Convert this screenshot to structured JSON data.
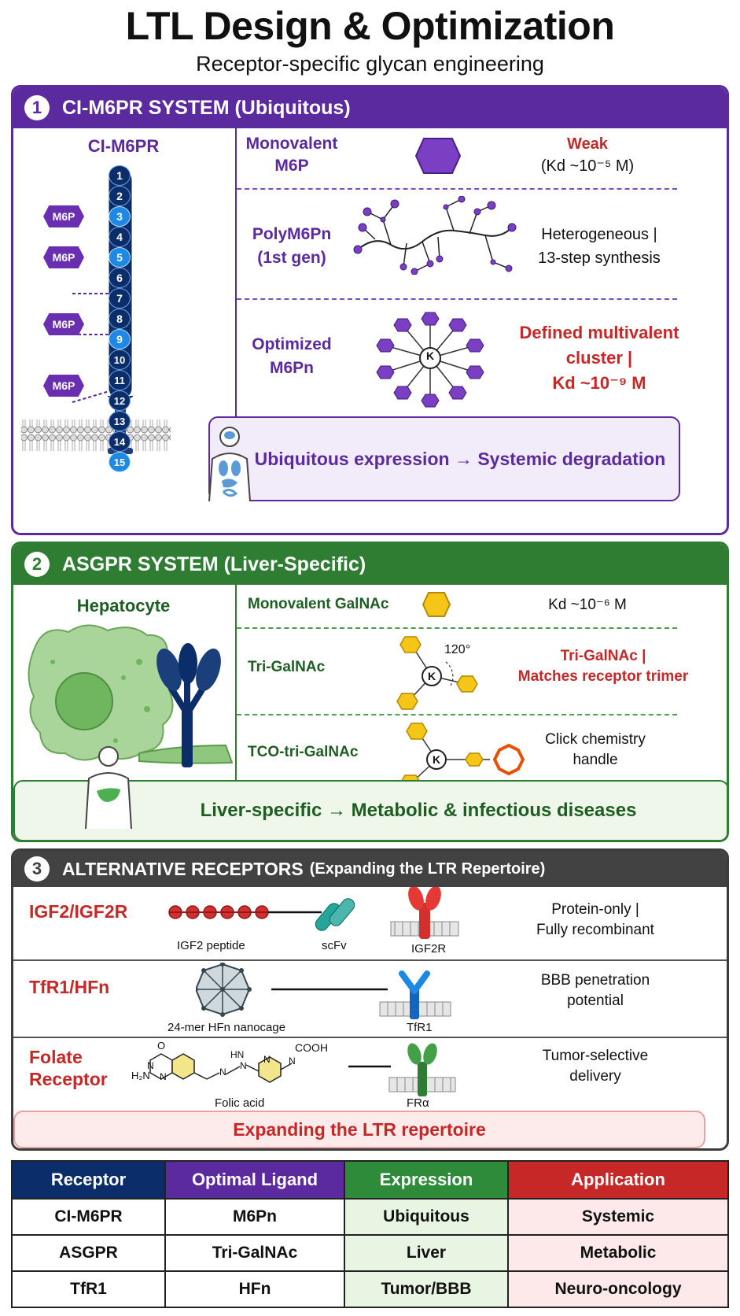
{
  "title": "LTL Design & Optimization",
  "subtitle": "Receptor-specific glycan engineering",
  "panel1": {
    "number": "1",
    "header": "CI-M6PR SYSTEM (Ubiquitous)",
    "receptor_label": "CI-M6PR",
    "domains": [
      "1",
      "2",
      "3",
      "4",
      "5",
      "6",
      "7",
      "8",
      "9",
      "10",
      "11",
      "12",
      "13",
      "14",
      "15"
    ],
    "m6p_tag": "M6P",
    "rows": [
      {
        "name_line1": "Monovalent",
        "name_line2": "M6P",
        "desc_line1": "Weak",
        "desc_line2": "(Kd ~10⁻⁵ M)"
      },
      {
        "name_line1": "PolyM6Pn",
        "name_line2": "(1st gen)",
        "desc_line1": "Heterogeneous |",
        "desc_line2": "13-step synthesis"
      },
      {
        "name_line1": "Optimized",
        "name_line2": "M6Pn",
        "desc_line1": "Defined multivalent",
        "desc_line2": "cluster |",
        "desc_line3": "Kd ~10⁻⁹ M",
        "core": "K"
      }
    ],
    "banner": "Ubiquitous expression → Systemic degradation",
    "colors": {
      "primary": "#5b2a9e",
      "accent": "#c62828"
    }
  },
  "panel2": {
    "number": "2",
    "header": "ASGPR SYSTEM (Liver-Specific)",
    "cell_label": "Hepatocyte",
    "rows": [
      {
        "name": "Monovalent GalNAc",
        "desc_line1": "Kd ~10⁻⁶ M"
      },
      {
        "name": "Tri-GalNAc",
        "angle": "120°",
        "core": "K",
        "desc_line1": "Tri-GalNAc |",
        "desc_line2": "Matches receptor trimer"
      },
      {
        "name": "TCO-tri-GalNAc",
        "core": "K",
        "desc_line1": "Click chemistry",
        "desc_line2": "handle"
      }
    ],
    "banner": "Liver-specific → Metabolic & infectious diseases",
    "colors": {
      "primary": "#2e7d32",
      "galnac": "#f5c518",
      "tco": "#e65100"
    }
  },
  "panel3": {
    "number": "3",
    "header": "ALTERNATIVE RECEPTORS",
    "header_suffix": "(Expanding the LTR Repertoire)",
    "rows": [
      {
        "name_line1": "IGF2/IGF2R",
        "label_a": "IGF2 peptide",
        "label_b": "scFv",
        "label_c": "IGF2R",
        "desc_line1": "Protein-only |",
        "desc_line2": "Fully recombinant"
      },
      {
        "name_line1": "TfR1/HFn",
        "label_a": "24-mer HFn nanocage",
        "label_c": "TfR1",
        "desc_line1": "BBB penetration",
        "desc_line2": "potential"
      },
      {
        "name_line1": "Folate",
        "name_line2": "Receptor",
        "label_a": "Folic acid",
        "label_c": "FRα",
        "desc_line1": "Tumor-selective",
        "desc_line2": "delivery",
        "chem": {
          "o": "O",
          "hn": "HN",
          "n1": "N",
          "n2": "N",
          "n3": "N",
          "h2n": "H₂N",
          "n4": "N",
          "n5": "N",
          "n6": "N",
          "cooh": "COOH"
        }
      }
    ],
    "banner": "Expanding the LTR repertoire"
  },
  "summary_table": {
    "headers": [
      "Receptor",
      "Optimal Ligand",
      "Expression",
      "Application"
    ],
    "rows": [
      [
        "CI-M6PR",
        "M6Pn",
        "Ubiquitous",
        "Systemic"
      ],
      [
        "ASGPR",
        "Tri-GalNAc",
        "Liver",
        "Metabolic"
      ],
      [
        "TfR1",
        "HFn",
        "Tumor/BBB",
        "Neuro-oncology"
      ]
    ]
  }
}
